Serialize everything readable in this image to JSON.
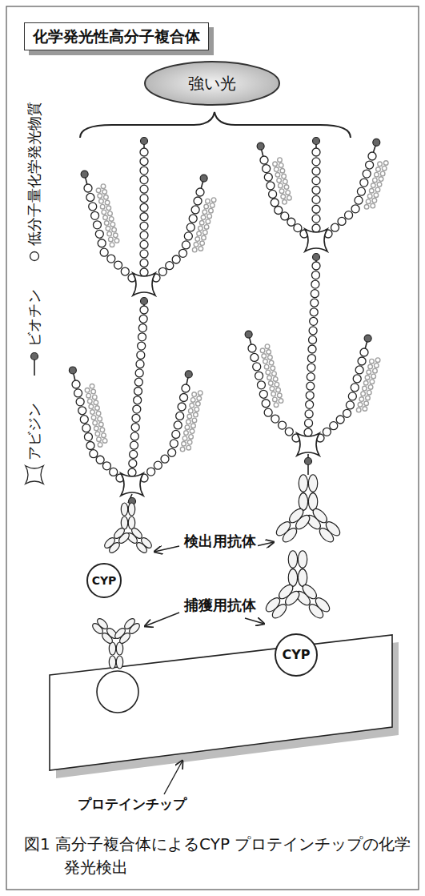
{
  "diagram": {
    "title": "化学発光性高分子複合体",
    "caption": "図1 高分子複合体によるCYP プロテインチップの化学発光検出",
    "nodes": [
      {
        "text": [
          "強い光"
        ]
      },
      {
        "text": [
          "CYP"
        ]
      },
      {
        "text": [
          "CYP"
        ]
      }
    ],
    "labels": [
      "検出用抗体",
      "捕獲用抗体",
      "プロテインチップ"
    ],
    "legend": [
      {
        "text": "アビジン"
      },
      {
        "text": "ビオチン"
      },
      {
        "text": "低分子量化学発光物質"
      }
    ]
  }
}
